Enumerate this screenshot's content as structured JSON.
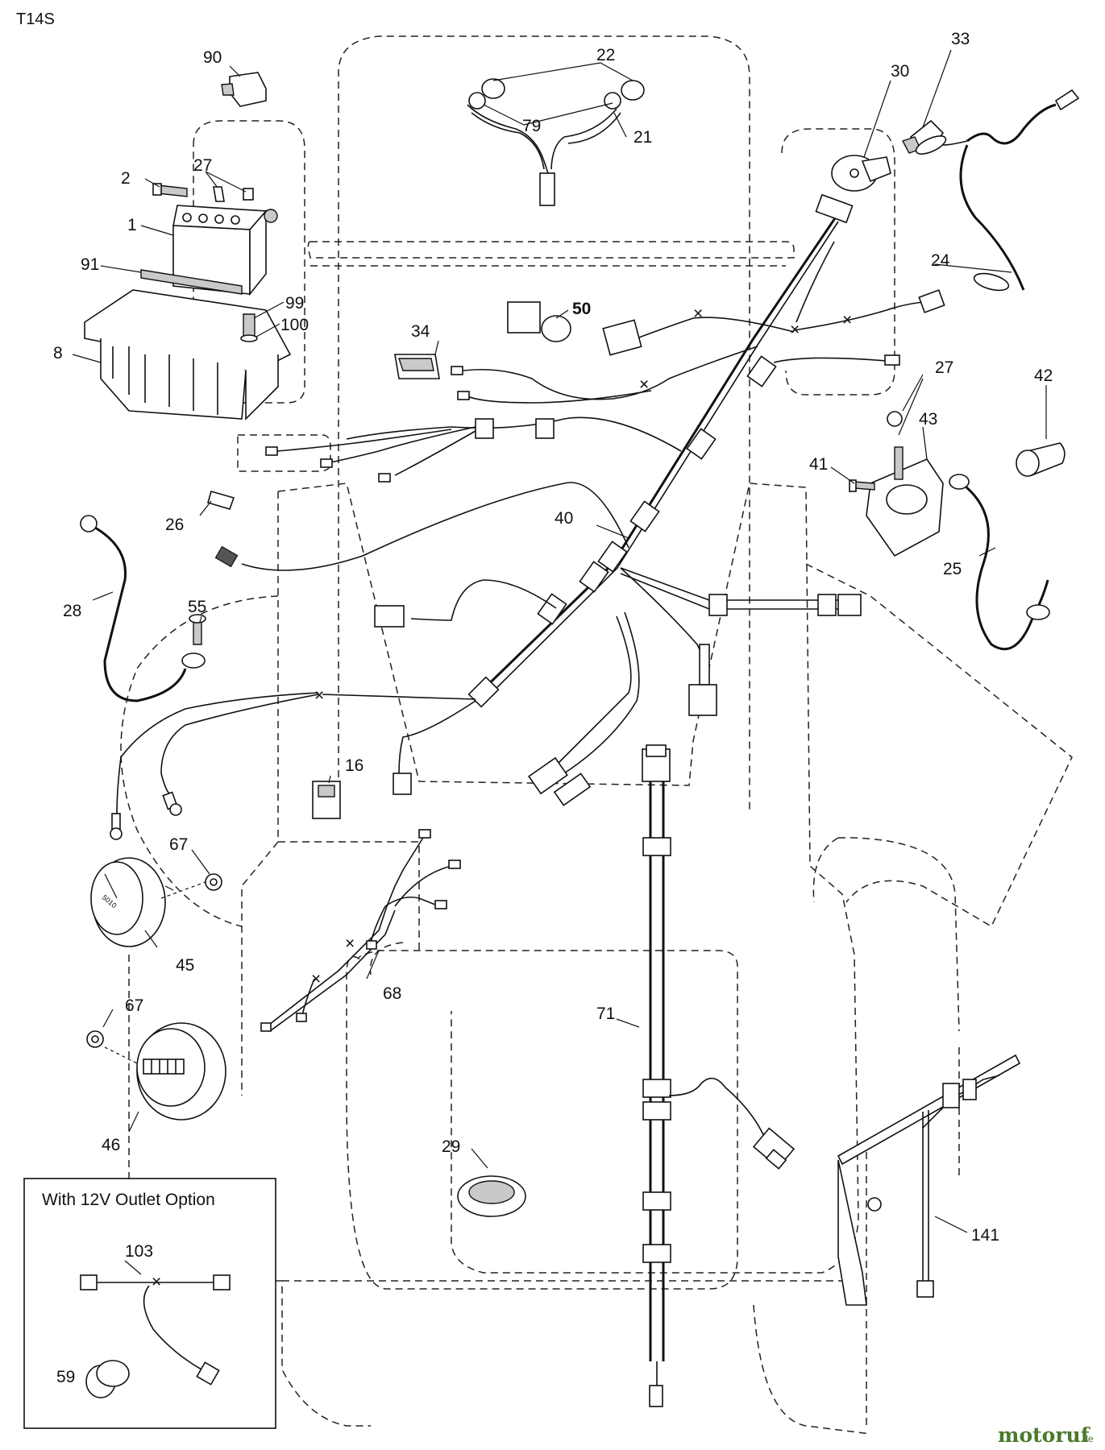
{
  "diagram": {
    "model": "T14S",
    "inset_title": "With 12V Outlet Option",
    "watermark": {
      "brand": "motoruf",
      "suffix": ".de"
    },
    "part_numbers": {
      "p1": "1",
      "p2": "2",
      "p8": "8",
      "p16": "16",
      "p21": "21",
      "p22": "22",
      "p24": "24",
      "p25": "25",
      "p26": "26",
      "p27a": "27",
      "p27b": "27",
      "p28": "28",
      "p29": "29",
      "p30": "30",
      "p33": "33",
      "p34": "34",
      "p40": "40",
      "p41": "41",
      "p42": "42",
      "p43": "43",
      "p45": "45",
      "p46": "46",
      "p50": "50",
      "p55": "55",
      "p59": "59",
      "p67a": "67",
      "p67b": "67",
      "p68": "68",
      "p71": "71",
      "p79": "79",
      "p90": "90",
      "p91": "91",
      "p99": "99",
      "p100": "100",
      "p103": "103",
      "p141": "141"
    },
    "meter_face": "5010"
  }
}
